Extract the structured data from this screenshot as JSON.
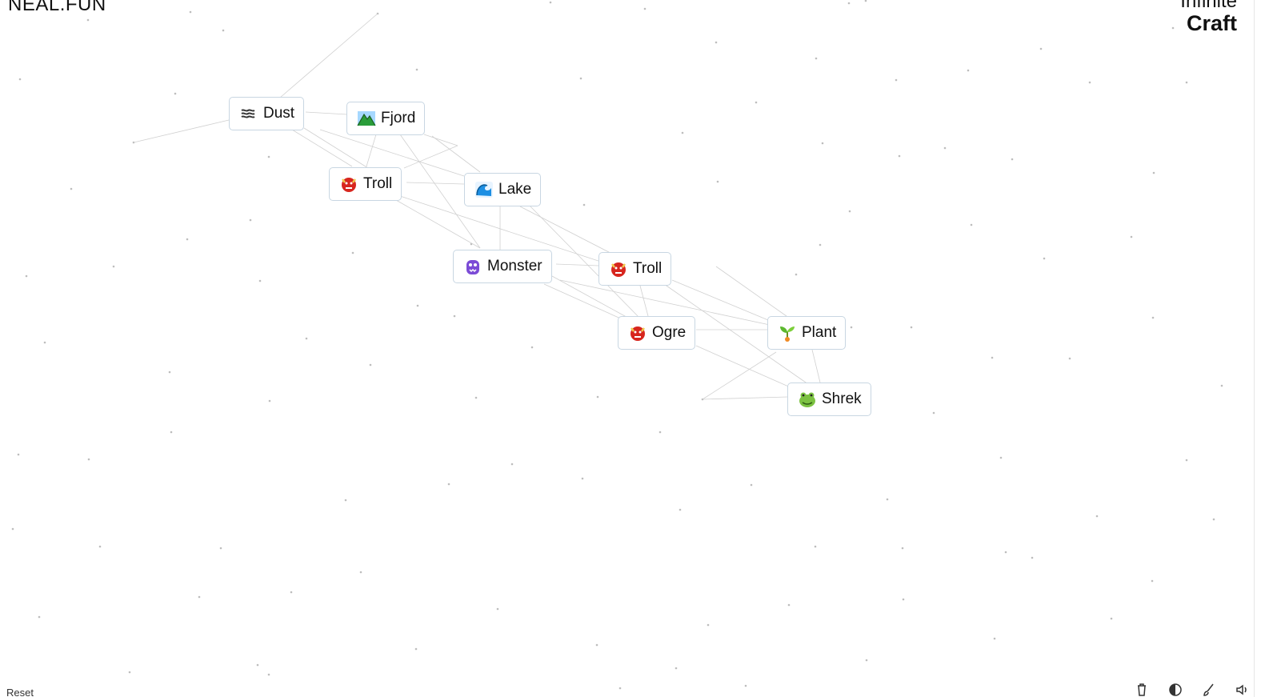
{
  "branding": {
    "left_logo": "NEAL.FUN",
    "right_line1": "Infinite",
    "right_line2": "Craft"
  },
  "status_text": "Reset",
  "elements": [
    {
      "id": "dust",
      "label": "Dust",
      "icon": "dash-wind-icon"
    },
    {
      "id": "fjord",
      "label": "Fjord",
      "icon": "mountain-icon"
    },
    {
      "id": "troll1",
      "label": "Troll",
      "icon": "ogre-icon"
    },
    {
      "id": "lake",
      "label": "Lake",
      "icon": "water-wave-icon"
    },
    {
      "id": "monster",
      "label": "Monster",
      "icon": "monster-icon"
    },
    {
      "id": "troll2",
      "label": "Troll",
      "icon": "ogre-icon"
    },
    {
      "id": "ogre",
      "label": "Ogre",
      "icon": "ogre-icon"
    },
    {
      "id": "plant",
      "label": "Plant",
      "icon": "seedling-icon"
    },
    {
      "id": "shrek",
      "label": "Shrek",
      "icon": "frog-icon"
    }
  ],
  "toolbar_icons": [
    "delete-icon",
    "theme-toggle-icon",
    "brush-icon",
    "sound-icon"
  ],
  "colors": {
    "tile_border": "#c8d6e2",
    "line": "#d0d0d0",
    "dot": "#bdbdbd"
  }
}
